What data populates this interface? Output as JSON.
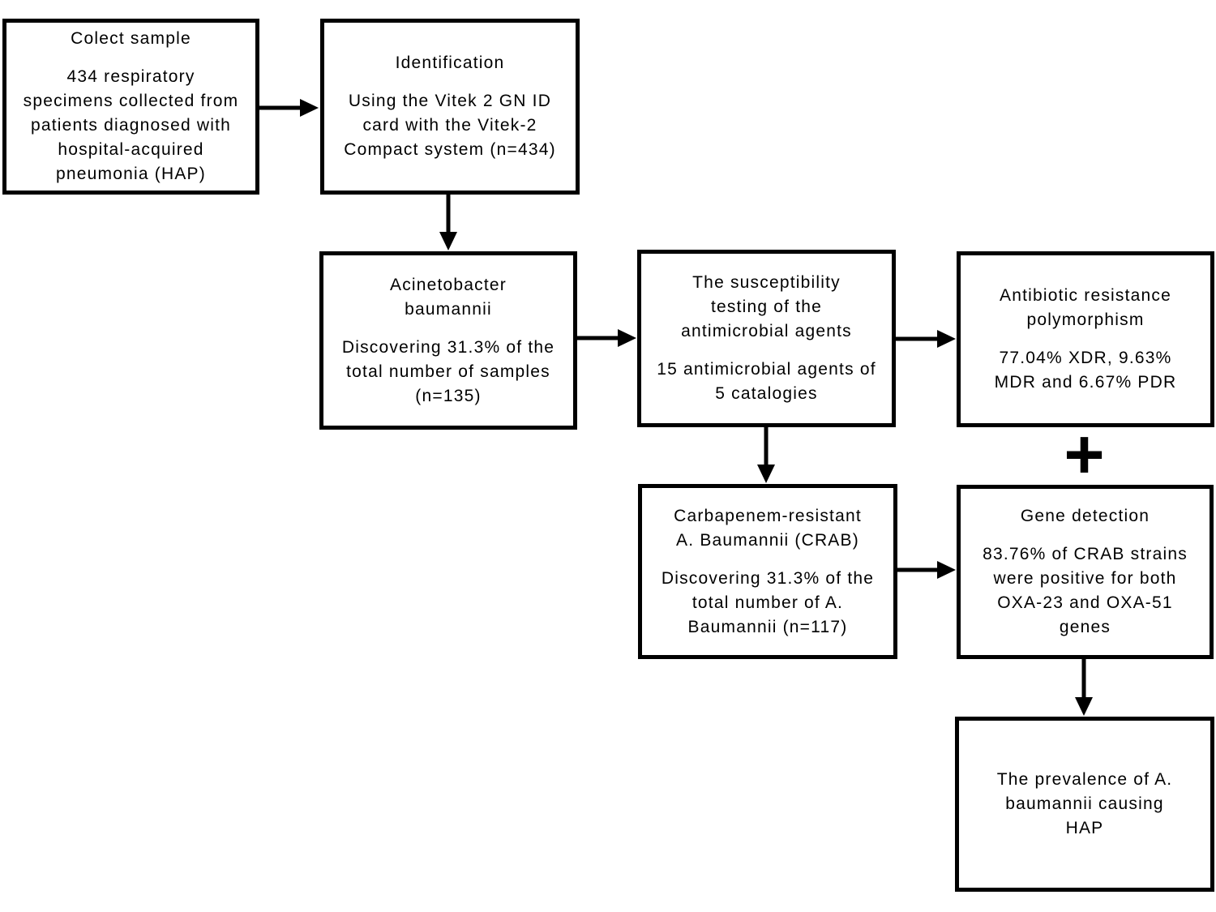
{
  "diagram_type": "flowchart",
  "colors": {
    "background": "#ffffff",
    "box_border": "#000000",
    "text": "#000000",
    "arrow": "#000000"
  },
  "plus_symbol": "+",
  "boxes": {
    "collect_sample": {
      "title": "Colect sample",
      "body": "434 respiratory\nspecimens collected from\npatients diagnosed with\nhospital-acquired\npneumonia (HAP)"
    },
    "identification": {
      "title": "Identification",
      "body": "Using the Vitek 2 GN ID\ncard with the Vitek-2\nCompact system (n=434)"
    },
    "acinetobacter_baumannii": {
      "title": "Acinetobacter\nbaumannii",
      "body": "Discovering 31.3% of the\ntotal number of samples\n(n=135)"
    },
    "susceptibility_testing": {
      "title": "The susceptibility\ntesting of the\nantimicrobial agents",
      "body": "15 antimicrobial agents of\n5 catalogies"
    },
    "antibiotic_resistance_polymorphism": {
      "title": "Antibiotic resistance\npolymorphism",
      "body": "77.04% XDR, 9.63%\nMDR and 6.67% PDR"
    },
    "carbapenem_resistant_crab": {
      "title": "Carbapenem-resistant\nA. Baumannii (CRAB)",
      "body": "Discovering 31.3% of the\ntotal number of A.\nBaumannii (n=117)"
    },
    "gene_detection": {
      "title": "Gene detection",
      "body": "83.76% of CRAB strains\nwere positive for both\nOXA-23 and OXA-51\ngenes"
    },
    "prevalence": {
      "title": "The prevalence of A.\nbaumannii causing\nHAP"
    }
  },
  "edges": [
    {
      "from": "collect_sample",
      "to": "identification",
      "direction": "right"
    },
    {
      "from": "identification",
      "to": "acinetobacter_baumannii",
      "direction": "down"
    },
    {
      "from": "acinetobacter_baumannii",
      "to": "susceptibility_testing",
      "direction": "right"
    },
    {
      "from": "susceptibility_testing",
      "to": "antibiotic_resistance_polymorphism",
      "direction": "right"
    },
    {
      "from": "susceptibility_testing",
      "to": "carbapenem_resistant_crab",
      "direction": "down"
    },
    {
      "from": "carbapenem_resistant_crab",
      "to": "gene_detection",
      "direction": "right"
    },
    {
      "from": "gene_detection",
      "to": "prevalence",
      "direction": "down"
    }
  ]
}
